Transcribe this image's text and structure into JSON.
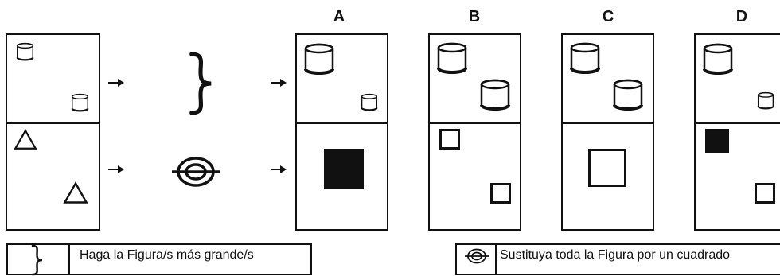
{
  "options": {
    "a_label": "A",
    "b_label": "B",
    "c_label": "C",
    "d_label": "D"
  },
  "legend": {
    "bracket_rule": "Haga la Figura/s más grande/s",
    "target_rule": "Sustituya toda la Figura por un cuadrado"
  },
  "icons": {
    "bracket": "curly-bracket-icon",
    "target": "target-icon",
    "arrow": "arrow-right-icon"
  },
  "colors": {
    "ink": "#111111",
    "background": "#ffffff"
  }
}
